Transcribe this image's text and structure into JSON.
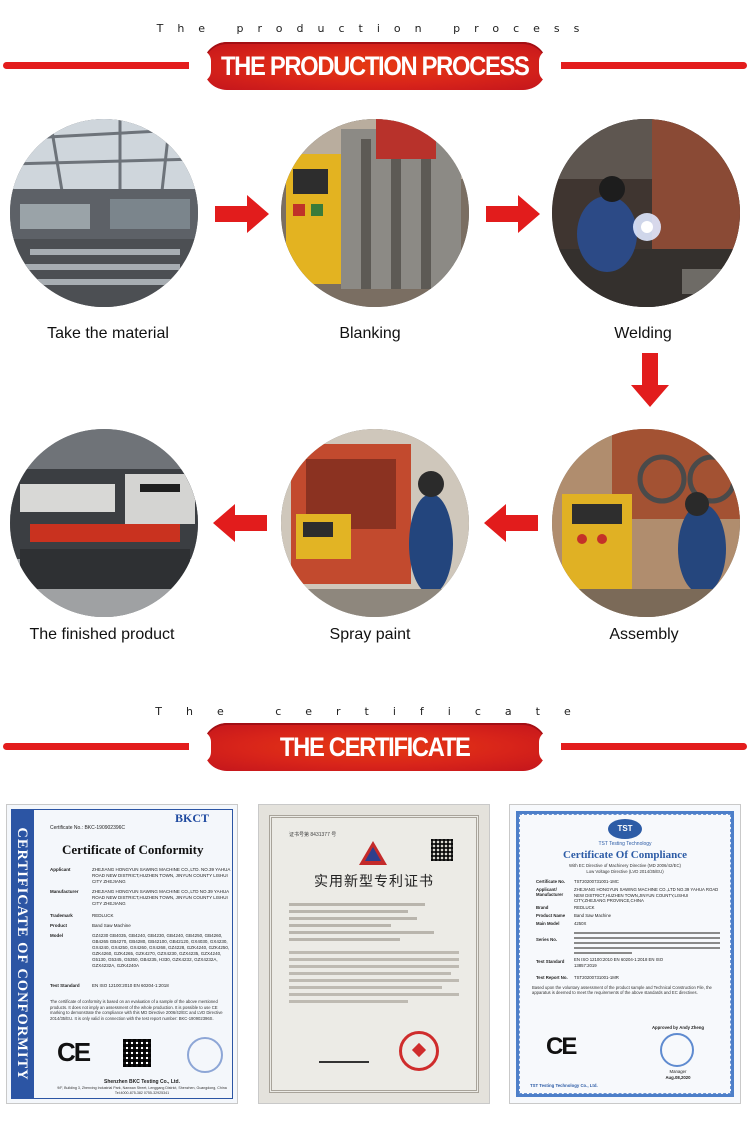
{
  "process_section": {
    "caption": "The production process",
    "title": "THE PRODUCTION PROCESS"
  },
  "steps": [
    {
      "label": "Take the material"
    },
    {
      "label": "Blanking"
    },
    {
      "label": "Welding"
    },
    {
      "label": "The finished product"
    },
    {
      "label": "Spray paint"
    },
    {
      "label": "Assembly"
    }
  ],
  "certificate_section": {
    "caption": "The certificate",
    "title": "THE CERTIFICATE"
  },
  "cert1": {
    "side_text": "CERTIFICATE OF CONFORMITY",
    "logo": "BKCT",
    "number": "Certificate No.: BKC-190902396C",
    "heading": "Certificate of Conformity",
    "applicant_label": "Applicant",
    "applicant": "ZHEJIANG HONGYUN SAWING MACHINE CO.,LTD. NO.39 YAHUA ROAD NEW DISTRICT,HUZHEN TOWN, JINYUN COUNTY LISHUI CITY ZHEJIANG",
    "manufacturer_label": "Manufacturer",
    "manufacturer": "ZHEJIANG HONGYUN SAWING MACHINE CO.,LTD NO.39 YAHUA ROAD NEW DISTRICT,HUZHEN TOWN, JINYUN COUNTY LISHUI CITY ZHEJIANG",
    "trademark_label": "Trademark",
    "trademark": "REDLUCK",
    "product_label": "Product",
    "product": "Band Saw Machine",
    "model_label": "Model",
    "model": "GZ4230 GB4035, GB4240, GB4230, GB4240, GB4250, GB4260, GB4265 GB4270, GB4280, GB42100, GB42120, GX4030, GX4230, GX4240, GX4250, GX4260, GX4268, GZ4228, GZK4240, GZK4250, GZK4260, GZK4265, GZK4270, GZX4230, GZX4235, GZX4240, G5130, G5345, G5350, GB4235, H330, GZK4232, GZX4232A, GZX4232A, GZK4240A",
    "standard_label": "Test Standard",
    "standard": "EN ISO 12100:2010 EN 60204-1:2018",
    "note": "The certificate of conformity is based on an evaluation of a sample of the above mentioned products. It does not imply an assessment of the whole production. It is possible to use CE marking to demonstrate the compliance with this MD Directive 2006/42/EC and LVD Directive 2014/35/EU. It is only valid in connection with the test report number: BKC-190902396S.",
    "ce": "CE",
    "issuer": "Shenzhen BKC Testing Co., Ltd.",
    "issuer_address": "9/F, Building 3, Zhenxing Industrial Park, Nanwan Street, Lenggang District, Shenzhen, Guangdong, China Tel:4000-875-382 0755-32925341"
  },
  "cert2": {
    "number": "证书号第 8431377 号",
    "title": "实用新型专利证书"
  },
  "cert3": {
    "logo": "TST",
    "logo_sub": "TST Testing Technology",
    "heading": "Certificate Of Compliance",
    "directive1": "With EC Directive of Machinery Directive (MD 2006/42/EC)",
    "directive2": "Low Voltage Directive (LVD 2014/35/EU)",
    "number_label": "Certificate No.",
    "number": "TST20200731001-1MC",
    "applicant_label": "Applicant/ Manufacturer",
    "applicant": "ZHEJIANG HONGYUN SAWING MACHINE CO.,LTD NO.39 YAHUA ROAD NEW DISTRICT,HUZHEN TOWN,JINYUN COUNTY,LISHUI CITY,ZHEJIANG PROVINCE,CHINA",
    "brand_label": "Brand",
    "brand": "REDLUCK",
    "product_label": "Product Name",
    "product": "Band Saw Machine",
    "model_label": "Main Model",
    "model": "4250X",
    "series_label": "Series No.",
    "standard_label": "Test Standard",
    "standard": "EN ISO 12100:2010 EN 60204-1:2018 EN ISO 13857:2019",
    "report_label": "Test Report No.",
    "report": "TST20200731001-1MR",
    "footer_note": "Based upon the voluntary assessment of the product sample and Technical Construction File, the apparatus is deemed to meet the requirements of the above standards and EC directives.",
    "ce": "CE",
    "approved": "Approved by Andy Zheng",
    "manager": "Manager",
    "date": "Aug.08,2020",
    "issuer": "TST Testing Technology Co., Ltd."
  },
  "colors": {
    "accent_red": "#e31d1d",
    "cert1_blue": "#2c55a4"
  }
}
